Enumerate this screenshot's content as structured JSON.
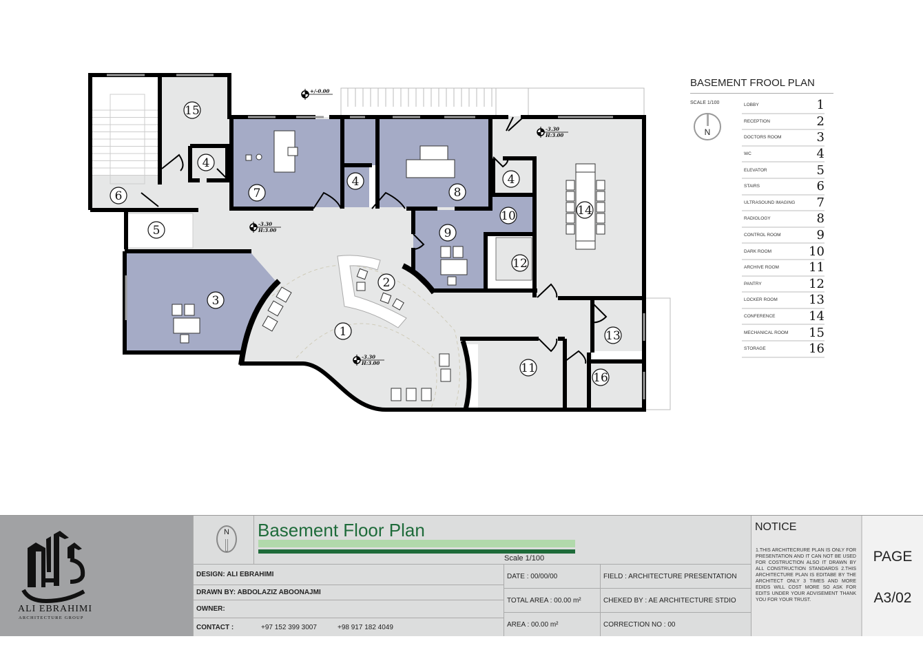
{
  "legend": {
    "title": "BASEMENT FROOL PLAN",
    "scale": "SCALE  1/100",
    "north": "N",
    "items": [
      {
        "label": "LOBBY",
        "num": "1"
      },
      {
        "label": "RECEPTION",
        "num": "2"
      },
      {
        "label": "DOCTORS ROOM",
        "num": "3"
      },
      {
        "label": "WC",
        "num": "4"
      },
      {
        "label": "ELEVATOR",
        "num": "5"
      },
      {
        "label": "STAIRS",
        "num": "6"
      },
      {
        "label": "ULTRASOUND IMAGING",
        "num": "7"
      },
      {
        "label": "RADIOLOGY",
        "num": "8"
      },
      {
        "label": "CONTROL ROOM",
        "num": "9"
      },
      {
        "label": "DARK ROOM",
        "num": "10"
      },
      {
        "label": "ARCHIVE ROOM",
        "num": "11"
      },
      {
        "label": "PANTRY",
        "num": "12"
      },
      {
        "label": "LOCKER ROOM",
        "num": "13"
      },
      {
        "label": "CONFERENCE",
        "num": "14"
      },
      {
        "label": "MECHANICAL ROOM",
        "num": "15"
      },
      {
        "label": "STORAGE",
        "num": "16"
      }
    ]
  },
  "plan": {
    "rooms": [
      "1",
      "2",
      "3",
      "4",
      "4",
      "4",
      "5",
      "6",
      "7",
      "8",
      "9",
      "10",
      "11",
      "12",
      "13",
      "14",
      "15",
      "16"
    ],
    "levels": [
      {
        "a": "+/-0.00",
        "b": ""
      },
      {
        "a": "-3.30",
        "b": "H:3.00"
      },
      {
        "a": "-3.30",
        "b": "H:3.00"
      },
      {
        "a": "-3.30",
        "b": "H:3.00"
      }
    ]
  },
  "title_block": {
    "logo_name": "ALI EBRAHIMI",
    "logo_sub": "ARCHITECTURE GROUP",
    "north": "N",
    "title": "Basement Floor Plan",
    "scale": "Scale 1/100",
    "design": "DESIGN: ALI EBRAHIMI",
    "drawn_by": "DRAWN BY: ABDOLAZIZ ABOONAJMI",
    "owner": "OWNER:",
    "contact_label": "CONTACT :",
    "phone1": "+97 152 399 3007",
    "phone2": "+98 917 182 4049",
    "date": "DATE : 00/00/00",
    "total_area": "TOTAL AREA : 00.00 m²",
    "area": "AREA : 00.00 m²",
    "field": "FIELD : ARCHITECTURE PRESENTATION",
    "checked_by": "CHEKED BY : AE ARCHITECTURE STDIO",
    "correction": "CORRECTION NO : 00",
    "notice_title": "NOTICE",
    "notice_text": "1.THIS ARCHITECRURE PLAN IS ONLY FOR PRESENTATION AND IT CAN NOT BE USED FOR COSTRUCTION ALSO IT DRAWN BY ALL CONSTRUCTION STANDARDS 2.THIS ARCHITECTURE PLAN IS EDITABE BY THE ARCHITECT ONLY 3 TIMES AND MORE EDIDS WILL COST MORE SO ASK FOR EDITS UNDER YOUR ADVISEMENT THANK YOU FOR YOUR TRUST.",
    "page_label": "PAGE",
    "page_number": "A3/02"
  },
  "colors": {
    "room_fill": "#a5abc6",
    "floor_fill": "#e6e7e7",
    "wall": "#000000",
    "title_green": "#1e6b3a",
    "bar_light": "#b1d9ab"
  }
}
